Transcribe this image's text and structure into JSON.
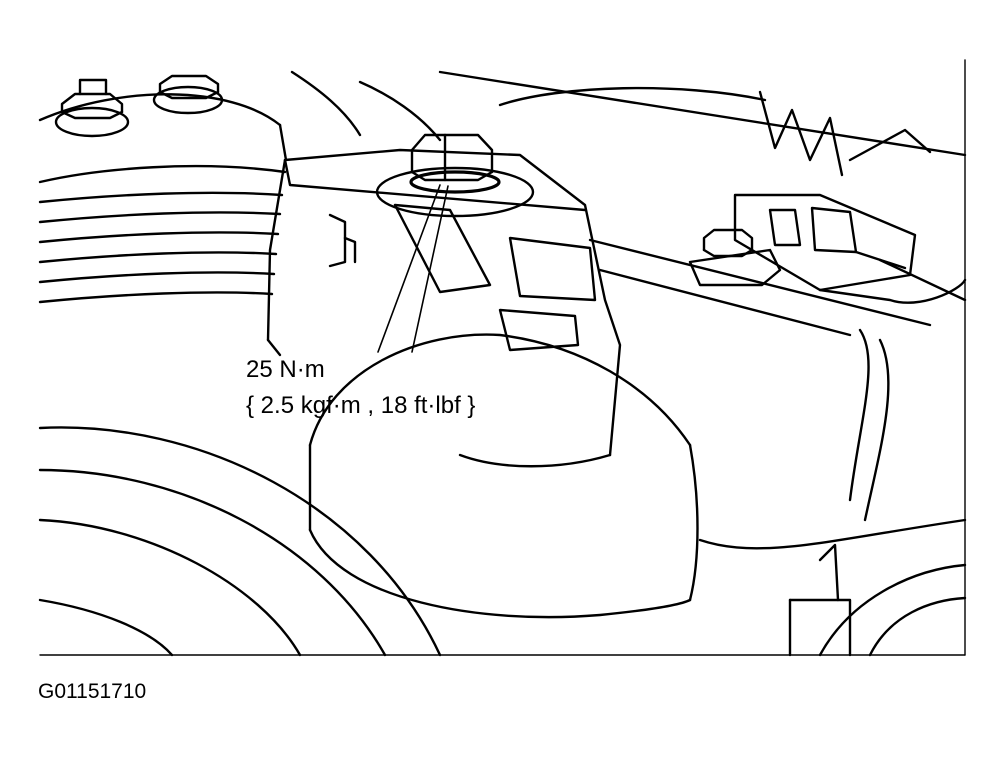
{
  "callout": {
    "torque": "25 N·m",
    "torque_alt": "{ 2.5 kgf·m , 18 ft·lbf }"
  },
  "figure": {
    "id": "G01151710"
  },
  "colors": {
    "line": "#000000",
    "background": "#ffffff"
  }
}
